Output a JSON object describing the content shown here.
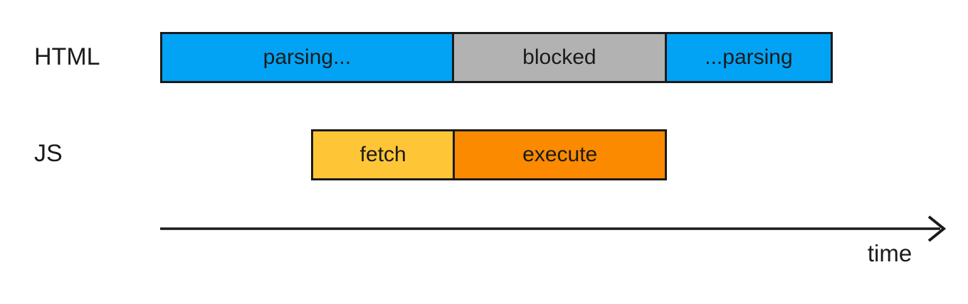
{
  "diagram": {
    "title_implicit": "",
    "rows": [
      {
        "label": "HTML",
        "segments": [
          {
            "name": "parsing-start",
            "label": "parsing...",
            "color": "#02a3f5"
          },
          {
            "name": "blocked",
            "label": "blocked",
            "color": "#b2b2b2"
          },
          {
            "name": "parsing-end",
            "label": "...parsing",
            "color": "#02a3f5"
          }
        ]
      },
      {
        "label": "JS",
        "segments": [
          {
            "name": "fetch",
            "label": "fetch",
            "color": "#fec636"
          },
          {
            "name": "execute",
            "label": "execute",
            "color": "#fb8a00"
          }
        ]
      }
    ],
    "axis": {
      "label": "time",
      "stroke_color": "#1a1a1a"
    },
    "colors": {
      "background": "#ffffff",
      "border": "#1a1a1a",
      "text": "#1a1a1a",
      "parsing_blue": "#02a3f5",
      "blocked_gray": "#b2b2b2",
      "fetch_yellow": "#fec636",
      "execute_orange": "#fb8a00"
    }
  }
}
